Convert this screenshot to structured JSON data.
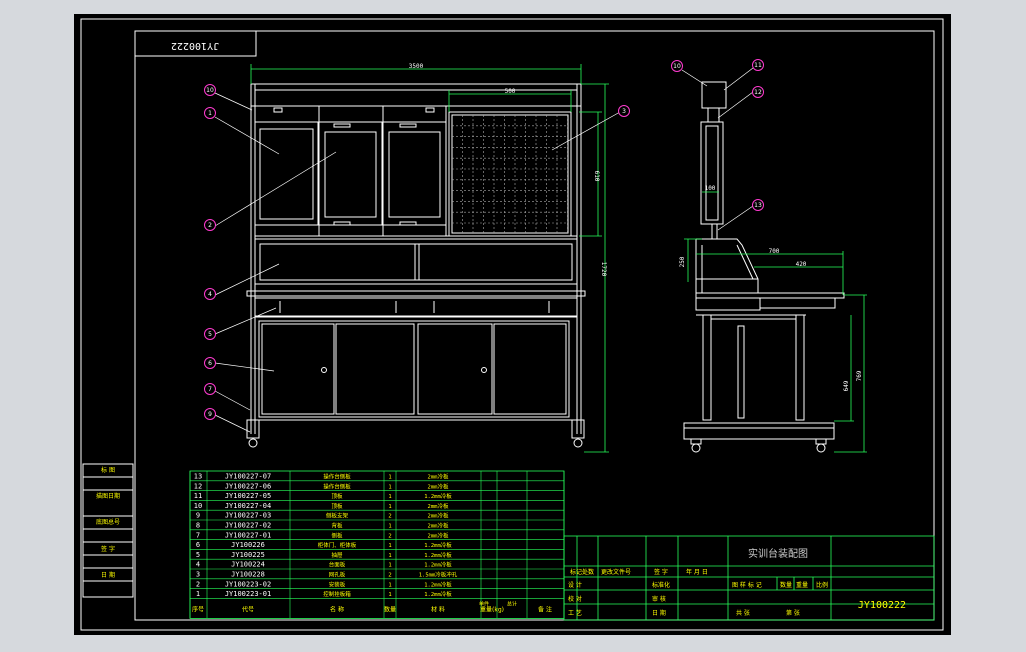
{
  "drawing_number_top": "JY100222",
  "drawing_number": "JY100222",
  "front_view": {
    "dim_total_width": "3500",
    "dim_panel_width": "500",
    "dim_panel_height": "610",
    "dim_total_height": "1720",
    "balloons": [
      "10",
      "1",
      "2",
      "3",
      "4",
      "5",
      "6",
      "7",
      "9"
    ]
  },
  "side_view": {
    "balloons": [
      "10",
      "11",
      "12",
      "13"
    ],
    "dim_100": "100",
    "dim_250": "250",
    "dim_700": "700",
    "dim_420": "420",
    "dim_649": "649",
    "dim_769": "769"
  },
  "left_strip": [
    "标 图",
    "描图日期",
    "底图总号",
    "签 字",
    "日 期"
  ],
  "bom": {
    "rows": [
      {
        "no": "13",
        "code": "JY100227-07",
        "name": "操作台侧板",
        "qty": "1",
        "material": "2mm冷板"
      },
      {
        "no": "12",
        "code": "JY100227-06",
        "name": "操作台侧板",
        "qty": "1",
        "material": "2mm冷板"
      },
      {
        "no": "11",
        "code": "JY100227-05",
        "name": "顶板",
        "qty": "1",
        "material": "1.2mm冷板"
      },
      {
        "no": "10",
        "code": "JY100227-04",
        "name": "顶板",
        "qty": "1",
        "material": "2mm冷板"
      },
      {
        "no": "9",
        "code": "JY100227-03",
        "name": "侧板支架",
        "qty": "2",
        "material": "2mm冷板"
      },
      {
        "no": "8",
        "code": "JY100227-02",
        "name": "背板",
        "qty": "1",
        "material": "2mm冷板"
      },
      {
        "no": "7",
        "code": "JY100227-01",
        "name": "侧板",
        "qty": "2",
        "material": "2mm冷板"
      },
      {
        "no": "6",
        "code": "JY100226",
        "name": "柜体门、柜体板",
        "qty": "1",
        "material": "1.2mm冷板"
      },
      {
        "no": "5",
        "code": "JY100225",
        "name": "抽屉",
        "qty": "1",
        "material": "1.2mm冷板"
      },
      {
        "no": "4",
        "code": "JY100224",
        "name": "台面板",
        "qty": "1",
        "material": "1.2mm冷板"
      },
      {
        "no": "3",
        "code": "JY100228",
        "name": "网孔板",
        "qty": "2",
        "material": "1.5mm冷板冲孔"
      },
      {
        "no": "2",
        "code": "JY100223-02",
        "name": "安装板",
        "qty": "1",
        "material": "1.2mm冷板"
      },
      {
        "no": "1",
        "code": "JY100223-01",
        "name": "控制挂板箱",
        "qty": "1",
        "material": "1.2mm冷板"
      }
    ],
    "header": {
      "no": "序号",
      "code": "代号",
      "name": "名 称",
      "qty": "数量",
      "material": "材 料",
      "weight_unit": "单件",
      "weight_total": "总计",
      "weight": "重量(kg)",
      "remark": "备 注"
    }
  },
  "title_block": {
    "title": "实训台装配图",
    "mark": "标记",
    "count": "处数",
    "change_doc": "更改文件号",
    "sign": "签 字",
    "date_cols": "年 月 日",
    "design": "设 计",
    "standardize": "标准化",
    "proofread": "校 对",
    "review": "审 核",
    "process": "工 艺",
    "approve": "日 期",
    "stage": "图 样 标 记",
    "weight": "数量",
    "ratio": "重量",
    "scale": "比例",
    "sheet_total": "共  张",
    "sheet_no": "第  张"
  }
}
